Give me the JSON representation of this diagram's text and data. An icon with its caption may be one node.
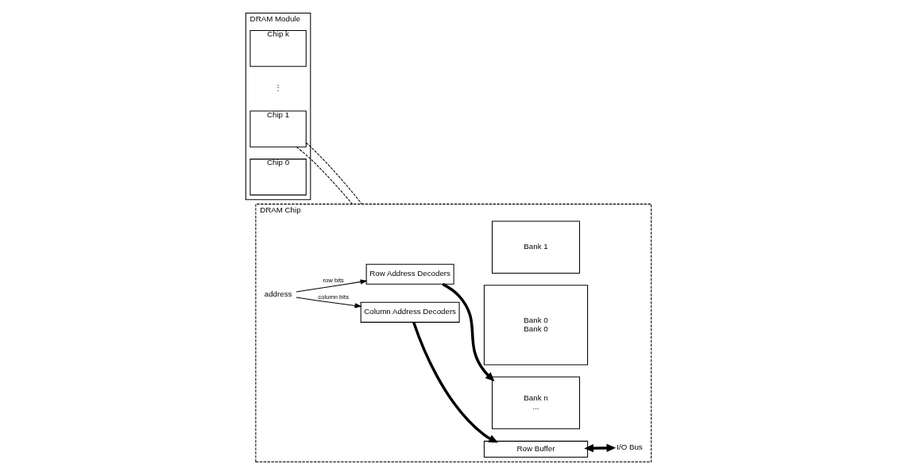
{
  "diagram": {
    "nodes": [
      {
        "text": [
          "DRAM Module"
        ]
      },
      {
        "text": [
          "Chip k"
        ],
        "in": 0
      },
      {
        "text": [
          "Chip 1"
        ],
        "in": 0
      },
      {
        "text": [
          "Chip 0"
        ],
        "in": 0
      },
      {
        "text": [
          "DRAM Chip"
        ]
      },
      {
        "text": [
          "Row Address Decoders"
        ],
        "in": 4
      },
      {
        "text": [
          "Bank n",
          "..."
        ],
        "in": 4
      },
      {
        "text": [
          "Bank 1"
        ],
        "in": 4
      },
      {
        "text": [
          "Bank 0",
          "Bank 0"
        ],
        "in": 4
      },
      {
        "text": [
          "Row Buffer"
        ],
        "in": 4
      },
      {
        "text": [
          "Column Address Decoders"
        ],
        "in": 4
      },
      {
        "text": [
          "address"
        ],
        "in": 4
      },
      {
        "text": [
          "I/O Bus"
        ],
        "in": 4
      }
    ],
    "edges": [
      {
        "from": 11,
        "to": 5,
        "arrow": "to",
        "label": "row bits"
      },
      {
        "from": 11,
        "to": 10,
        "arrow": "to",
        "label": "column bits"
      },
      {
        "from": 5,
        "to": 6,
        "arrow": "to",
        "style": "thick"
      },
      {
        "from": 10,
        "to": 9,
        "arrow": "to",
        "style": "thick"
      },
      {
        "from": 9,
        "to": 12,
        "arrow": "both",
        "style": "thick"
      },
      {
        "from": 2,
        "to": 4,
        "arrow": "none",
        "style": "dashed"
      },
      {
        "from": 2,
        "to": 4,
        "arrow": "none",
        "style": "dashed"
      }
    ],
    "labels": [
      "⋮"
    ]
  }
}
